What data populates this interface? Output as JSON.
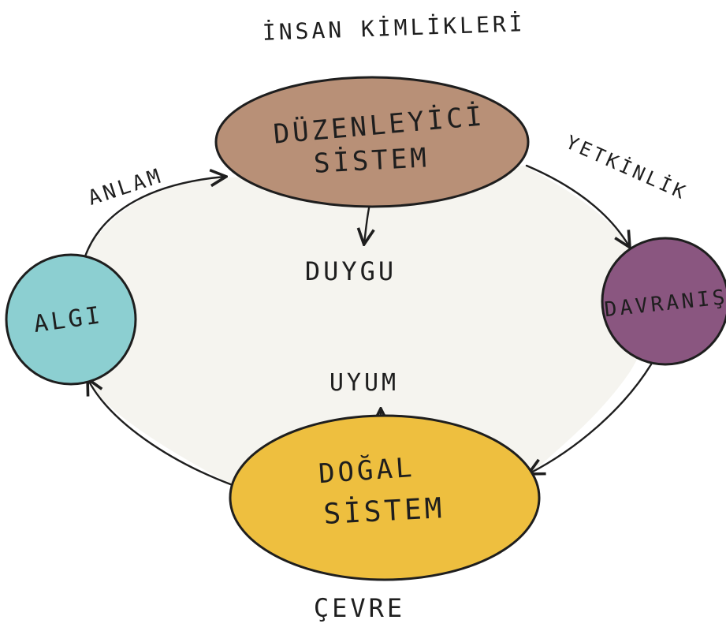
{
  "title": "İNSAN KİMLİKLERİ",
  "nodes": {
    "duzenleyici": {
      "line1": "DÜZENLEYİCİ",
      "line2": "SİSTEM",
      "color": "#b89077"
    },
    "algi": {
      "label": "ALGI",
      "color": "#8ccfd1"
    },
    "davranis": {
      "label": "DAVRANIŞ",
      "color": "#8a5680"
    },
    "dogal": {
      "line1": "DOĞAL",
      "line2": "SİSTEM",
      "color": "#eebf3f"
    }
  },
  "edges": {
    "anlam": "ANLAM",
    "yetkinlik": "YETKİNLİK",
    "duygu": "DUYGU",
    "uyum": "UYUM"
  },
  "footer": "ÇEVRE",
  "colors": {
    "loop_fill": "#f5f4ef",
    "ink": "#1e1e1e"
  }
}
